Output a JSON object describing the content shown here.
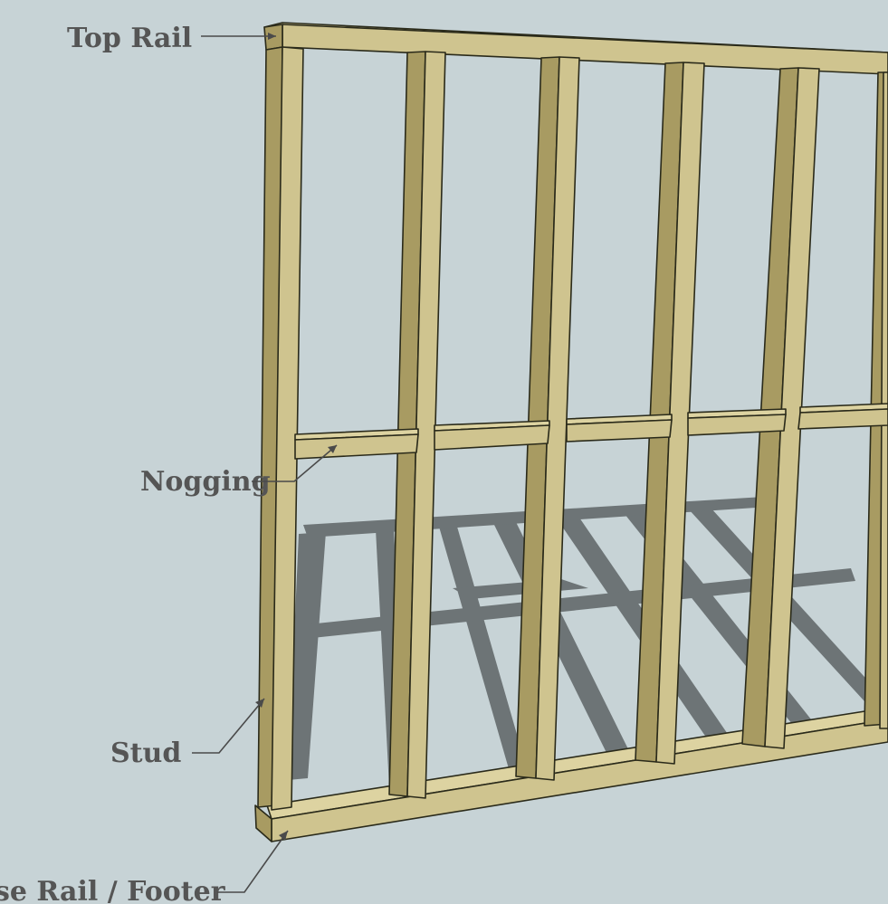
{
  "labels": {
    "top_rail": "Top Rail",
    "nogging": "Nogging",
    "stud": "Stud",
    "base_rail": "se Rail / Footer"
  },
  "colors": {
    "background": "#c7d3d6",
    "timber": "#cfc48f",
    "timber_side": "#a89b62",
    "shadow": "#6d7476",
    "label_text": "#555555"
  }
}
